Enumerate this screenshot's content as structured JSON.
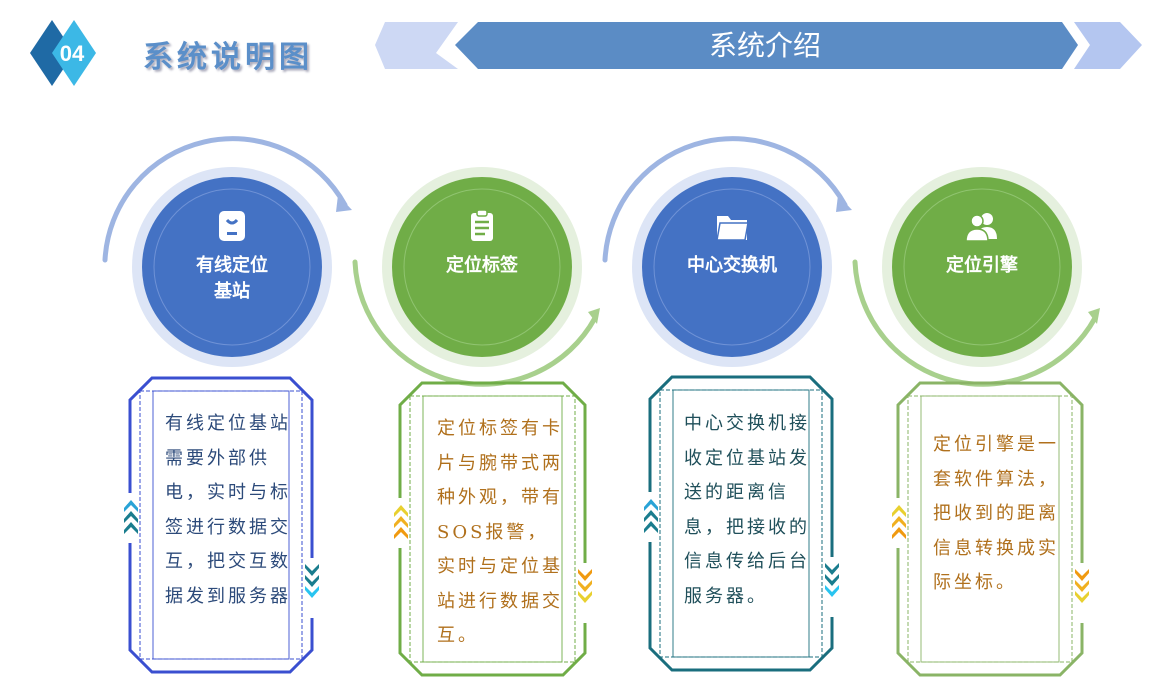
{
  "header": {
    "section_number": "04",
    "section_title": "系统说明图",
    "banner_title": "系统介绍"
  },
  "colors": {
    "blue": "#4472c4",
    "green": "#70ad47",
    "card1": "#3a4fd0",
    "card2": "#70ad47",
    "card3": "#1a6e7e",
    "card4": "#8ab466"
  },
  "steps": [
    {
      "label_line1": "有线定位",
      "label_line2": "基站",
      "icon": "id-badge-icon",
      "desc": "有线定位基站需要外部供电，实时与标签进行数据交互，把交互数据发到服务器"
    },
    {
      "label_line1": "定位标签",
      "label_line2": "",
      "icon": "clipboard-icon",
      "desc": "定位标签有卡片与腕带式两种外观，带有SOS报警，实时与定位基站进行数据交互。"
    },
    {
      "label_line1": "中心交换机",
      "label_line2": "",
      "icon": "folder-icon",
      "desc": "中心交换机接收定位基站发送的距离信息，把接收的信息传给后台服务器。"
    },
    {
      "label_line1": "定位引擎",
      "label_line2": "",
      "icon": "users-icon",
      "desc": "定位引擎是一套软件算法，把收到的距离信息转换成实际坐标。"
    }
  ]
}
